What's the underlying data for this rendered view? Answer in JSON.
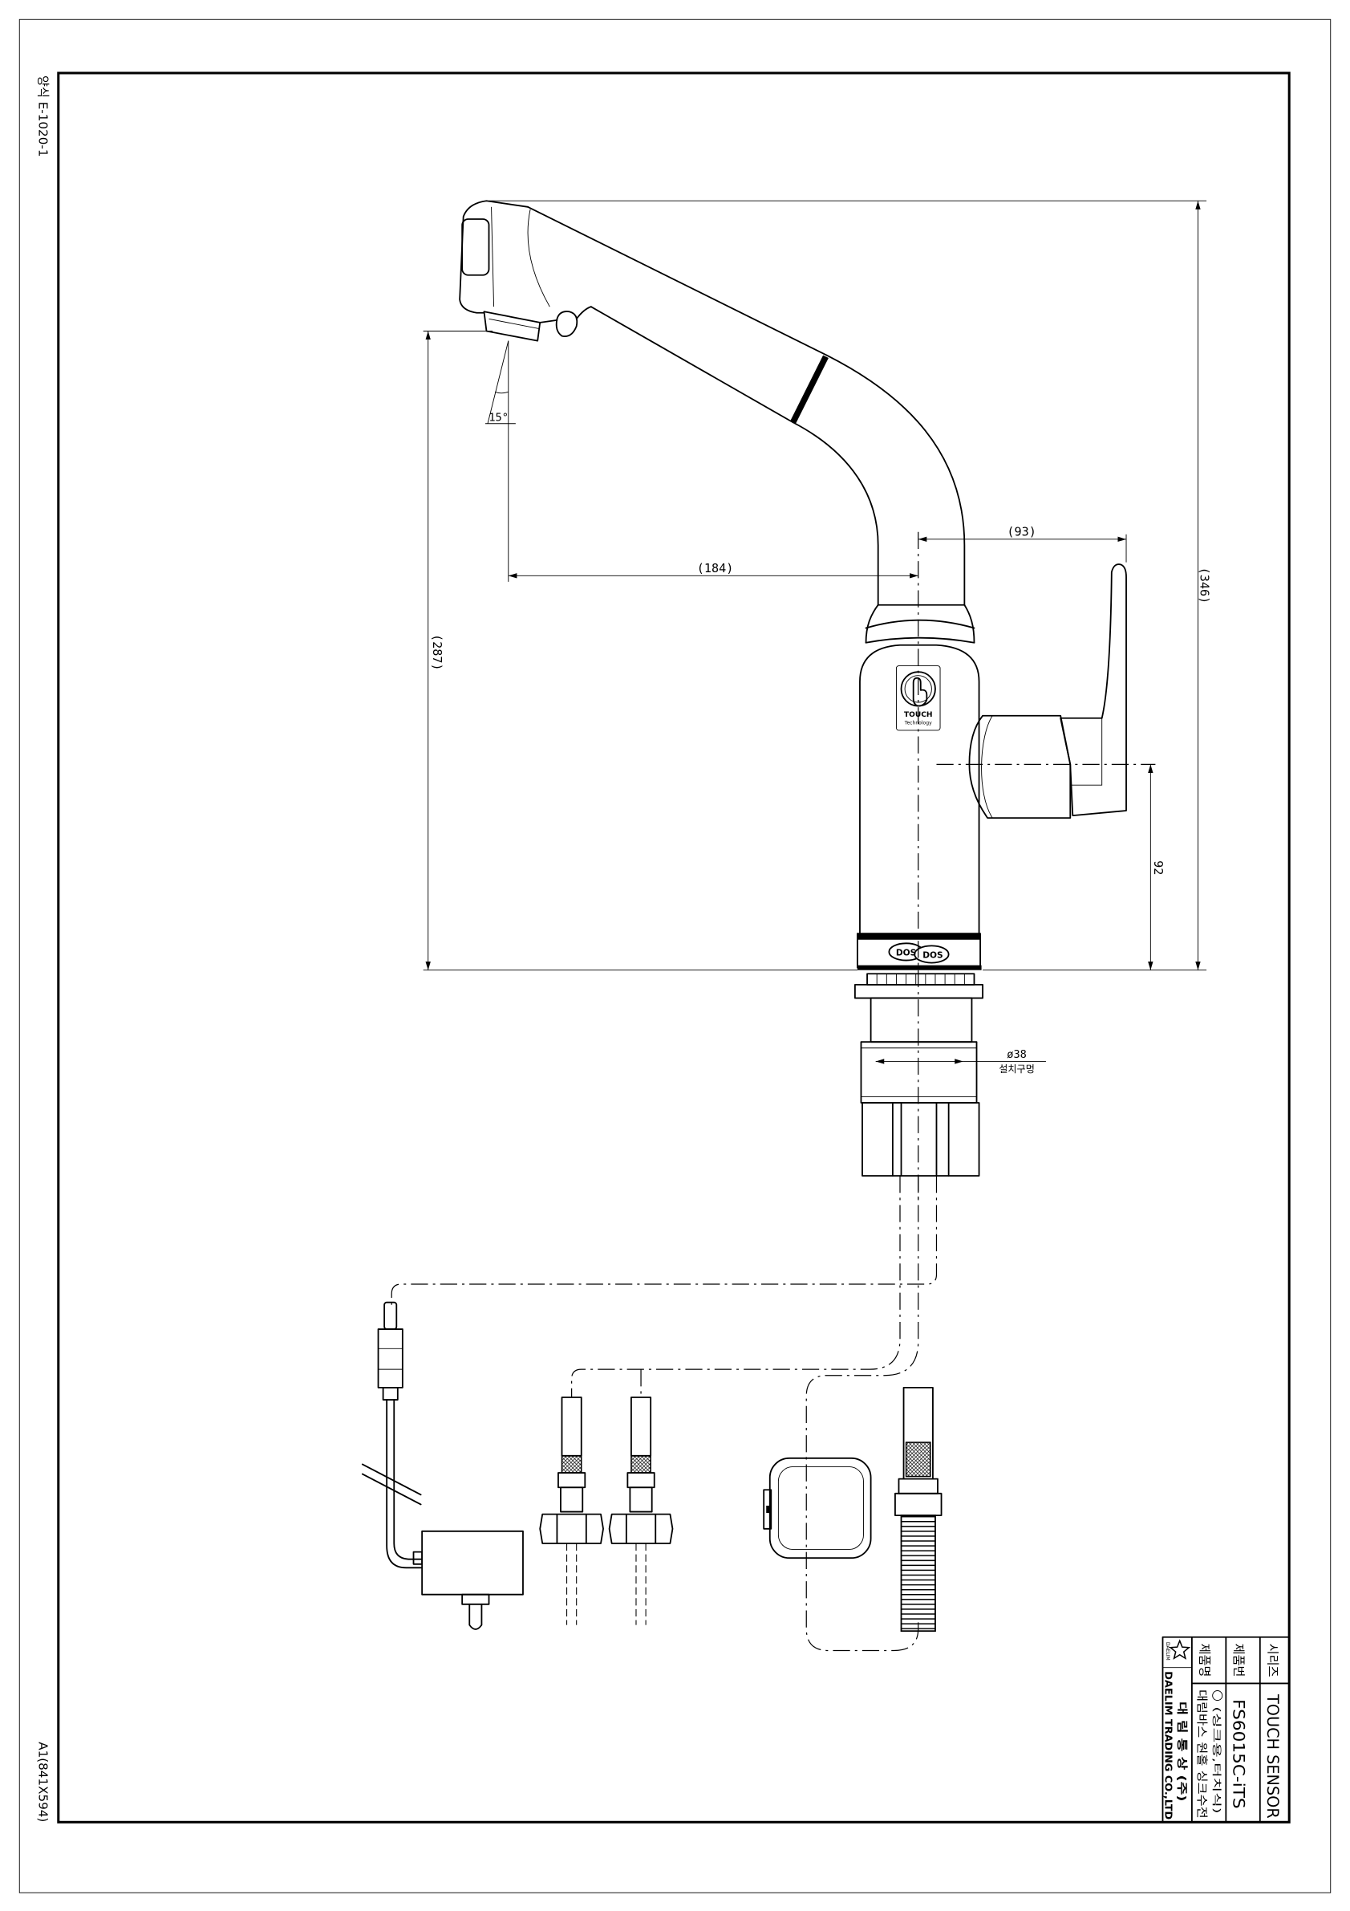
{
  "sheet": {
    "form_code": "양식 E-1020-1",
    "paper_size": "A1(841X594)"
  },
  "dimensions": {
    "reach": "(184)",
    "handle_offset": "(93)",
    "total_height": "(346)",
    "spout_height": "(287)",
    "handle_height": "92",
    "spray_angle": "15°",
    "hole_diameter": "ø38",
    "hole_label": "설치구멍"
  },
  "logos": {
    "touch_line1": "TOUCH",
    "touch_line2": "Technology",
    "brand_left": "DOS",
    "brand_right": "DOS"
  },
  "title_block": {
    "series_label": "시리즈",
    "series": "TOUCH SENSOR",
    "model_label": "제품번",
    "model": "FS6015C-iTS",
    "name_label": "제품명",
    "name_note": "(싱크용,터치식)",
    "name": "대림바스 원홀 싱크수전",
    "logo_text": "DAELIM",
    "company_ko": "대 림 통 상 (주)",
    "company_en": "DAELIM TRADING CO.,LTD"
  },
  "colors": {
    "line": "#000000",
    "paper": "#ffffff"
  }
}
